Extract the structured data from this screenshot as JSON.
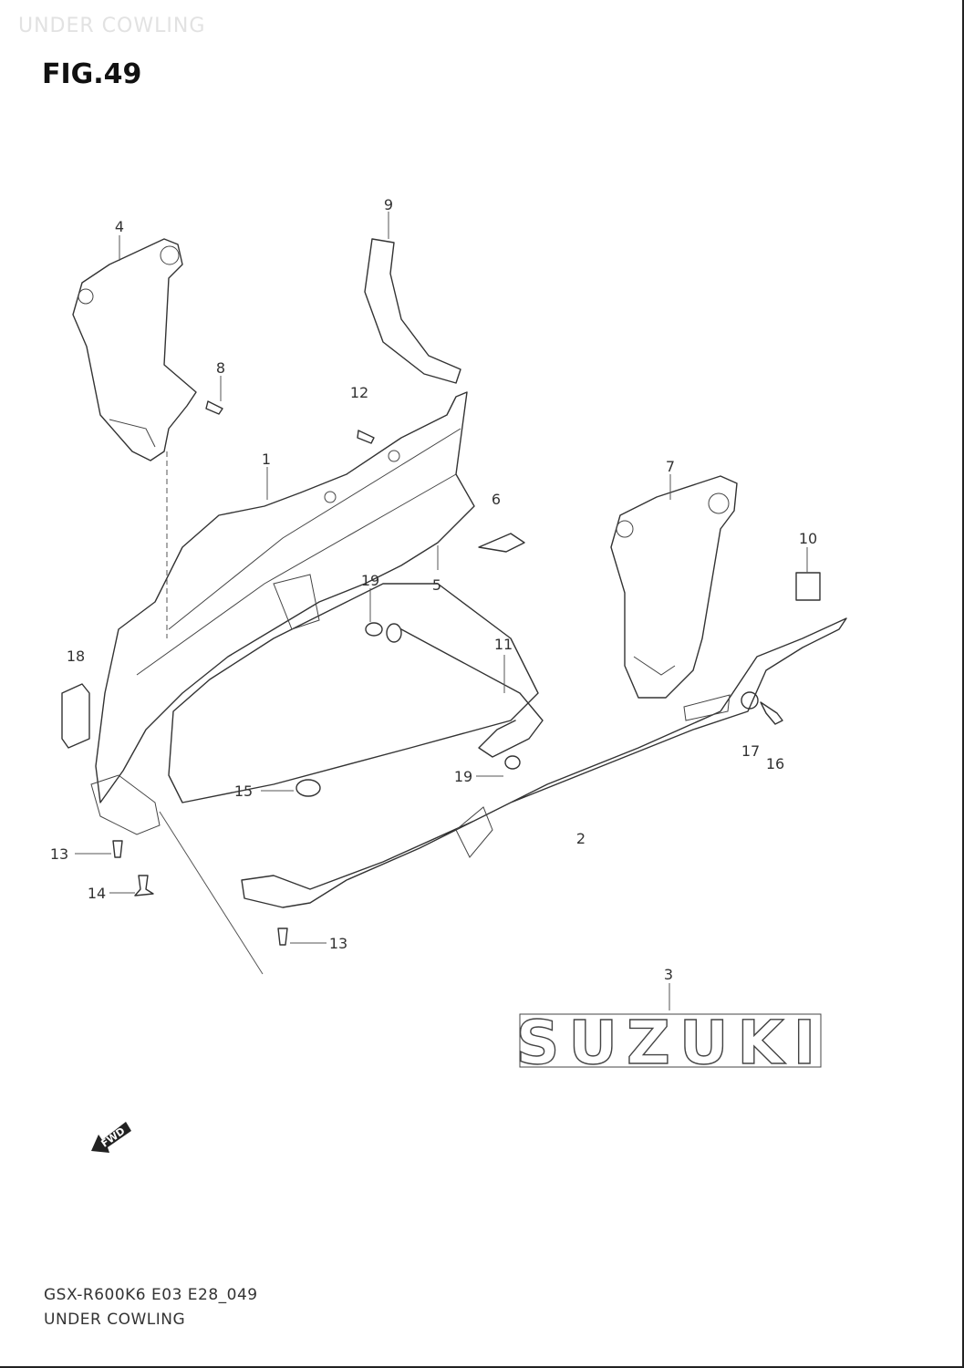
{
  "header": {
    "section_faint": "UNDER COWLING",
    "figure_label": "FIG.49"
  },
  "callouts": {
    "c1": "1",
    "c2": "2",
    "c3": "3",
    "c4": "4",
    "c5": "5",
    "c6": "6",
    "c7": "7",
    "c8": "8",
    "c9": "9",
    "c10": "10",
    "c11": "11",
    "c12": "12",
    "c13a": "13",
    "c13b": "13",
    "c14": "14",
    "c15": "15",
    "c16": "16",
    "c17": "17",
    "c18": "18",
    "c19a": "19",
    "c19b": "19"
  },
  "logo": {
    "text": "SUZUKI"
  },
  "fwd_arrow": {
    "label": "FWD",
    "icon": "fwd-arrow-icon"
  },
  "footer": {
    "code": "GSX-R600K6 E03 E28_049",
    "title": "UNDER COWLING"
  },
  "colors": {
    "line": "#333333",
    "background": "#ffffff"
  }
}
